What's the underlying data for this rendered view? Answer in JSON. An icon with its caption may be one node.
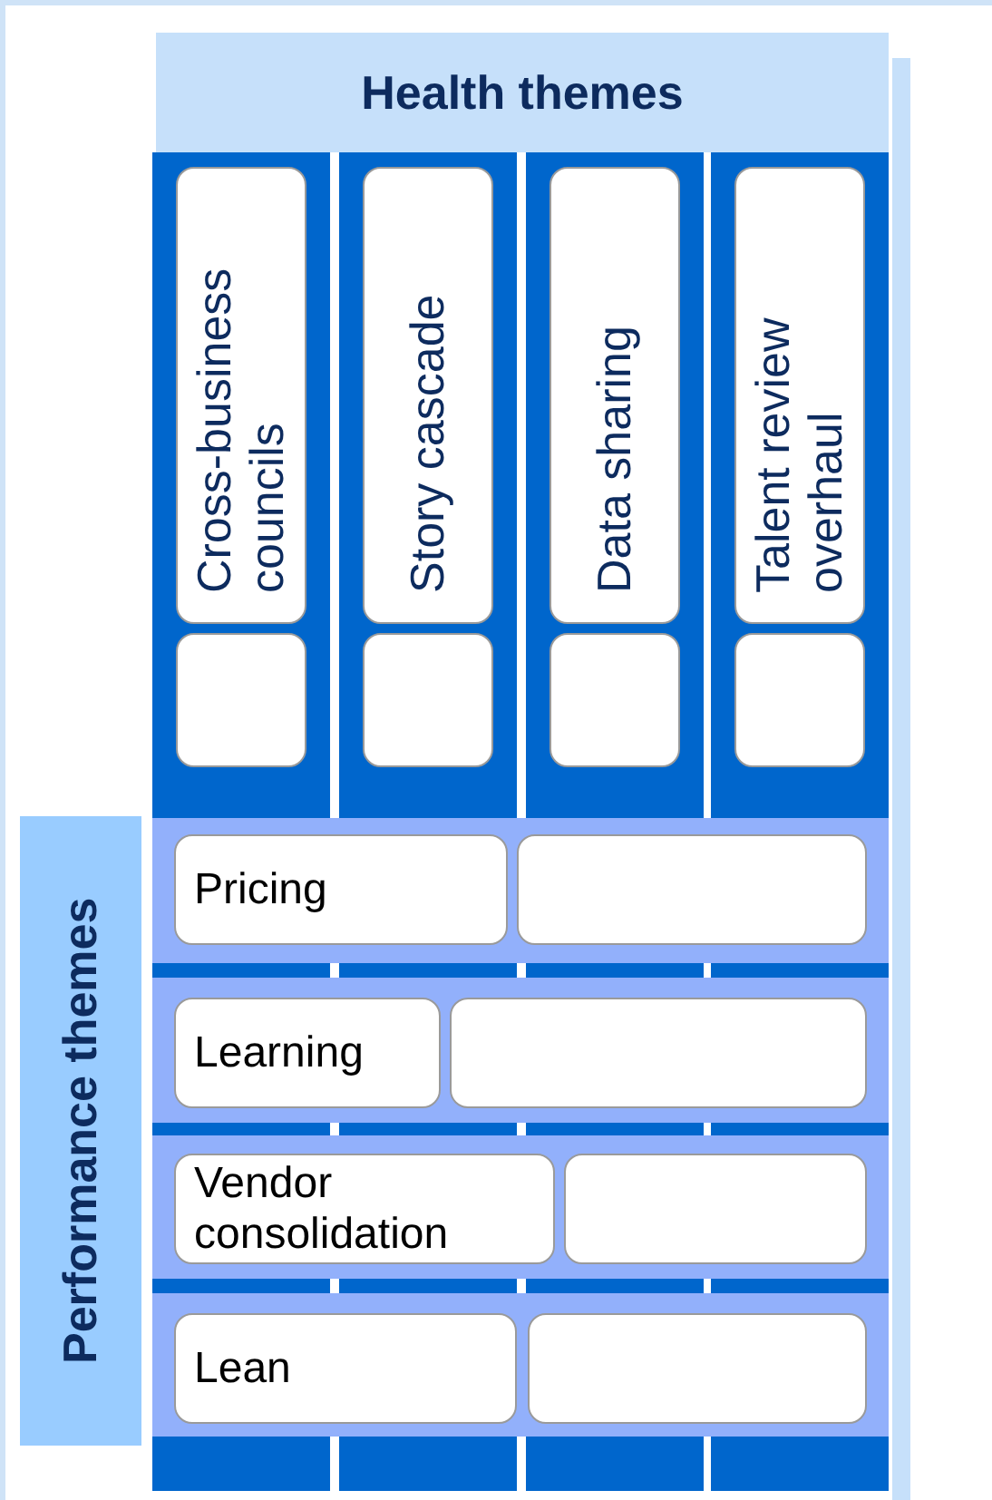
{
  "diagram": {
    "nodes": [
      {
        "text": [
          "Health themes"
        ]
      },
      {
        "text": [],
        "shape": "bar"
      },
      {
        "text": [
          "Cross-business councils"
        ],
        "in": 1
      },
      {
        "text": [],
        "shape": "box",
        "in": 1
      },
      {
        "text": [],
        "shape": "bar"
      },
      {
        "text": [
          "Story cascade"
        ],
        "in": 4
      },
      {
        "text": [],
        "shape": "box",
        "in": 4
      },
      {
        "text": [],
        "shape": "bar"
      },
      {
        "text": [
          "Data sharing"
        ],
        "in": 7
      },
      {
        "text": [],
        "shape": "box",
        "in": 7
      },
      {
        "text": [],
        "shape": "bar"
      },
      {
        "text": [
          "Talent review overhaul"
        ],
        "in": 10
      },
      {
        "text": [],
        "shape": "box",
        "in": 10
      },
      {
        "text": [
          "Performance themes"
        ]
      },
      {
        "text": [],
        "shape": "bar"
      },
      {
        "text": [
          "Pricing"
        ],
        "in": 14
      },
      {
        "text": [],
        "shape": "box",
        "in": 14
      },
      {
        "text": [],
        "shape": "bar"
      },
      {
        "text": [
          "Learning"
        ],
        "in": 17
      },
      {
        "text": [],
        "shape": "box",
        "in": 17
      },
      {
        "text": [],
        "shape": "bar"
      },
      {
        "text": [
          "Vendor consolidation"
        ],
        "in": 20
      },
      {
        "text": [],
        "shape": "box",
        "in": 20
      },
      {
        "text": [],
        "shape": "bar"
      },
      {
        "text": [
          "Lean"
        ],
        "in": 23
      },
      {
        "text": [],
        "shape": "box",
        "in": 23
      }
    ]
  }
}
